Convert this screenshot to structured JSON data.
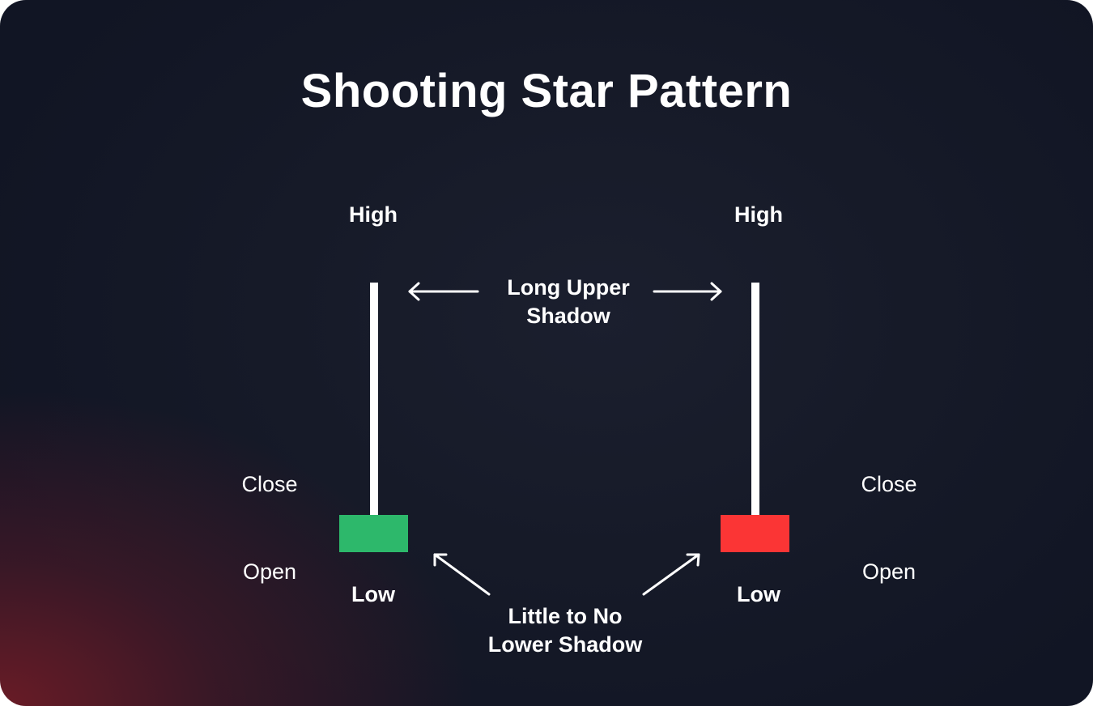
{
  "title": "Shooting Star Pattern",
  "colors": {
    "background_dark": "#131726",
    "background_accent": "#6e1c26",
    "text": "#ffffff",
    "wick": "#ffffff",
    "bullish_body": "#2db86b",
    "bearish_body": "#fb3535"
  },
  "annotations": {
    "upper_shadow": [
      "Long Upper",
      "Shadow"
    ],
    "lower_shadow": [
      "Little to No",
      "Lower Shadow"
    ]
  },
  "candles": [
    {
      "name": "bullish-shooting-star",
      "color": "#2db86b",
      "high_label": "High",
      "low_label": "Low",
      "close_label": "Close",
      "open_label": "Open",
      "side_labels_position": "left"
    },
    {
      "name": "bearish-shooting-star",
      "color": "#fb3535",
      "high_label": "High",
      "low_label": "Low",
      "close_label": "Close",
      "open_label": "Open",
      "side_labels_position": "right"
    }
  ]
}
